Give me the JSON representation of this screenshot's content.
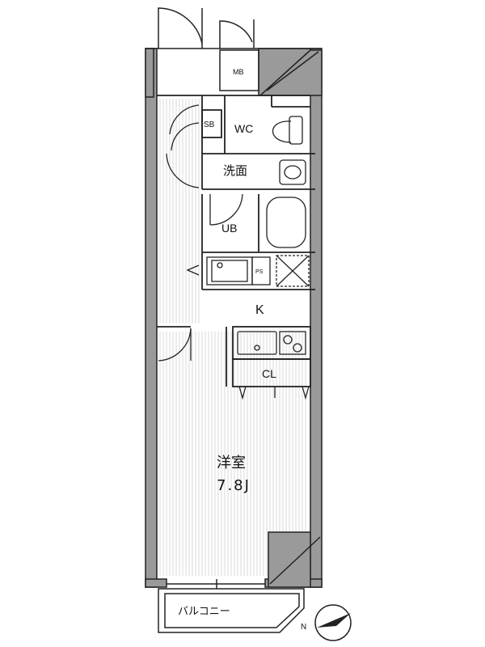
{
  "rooms": {
    "mb": "MB",
    "sb": "SB",
    "wc": "WC",
    "washroom": "洗面",
    "ub": "UB",
    "ps": "PS",
    "kitchen": "K",
    "closet": "CL",
    "western_room": "洋室",
    "western_room_size": "7.8J",
    "balcony": "バルコニー"
  },
  "compass": {
    "north_mark": "N"
  },
  "colors": {
    "wall": "#9a9a9a",
    "line": "#222222",
    "floor_lines": "#d6d6d6",
    "background": "#ffffff"
  }
}
